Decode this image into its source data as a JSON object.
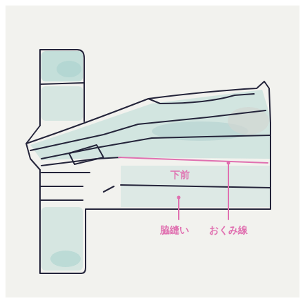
{
  "diagram": {
    "labels": [
      "下前",
      "脇縫い",
      "おくみ線"
    ]
  }
}
